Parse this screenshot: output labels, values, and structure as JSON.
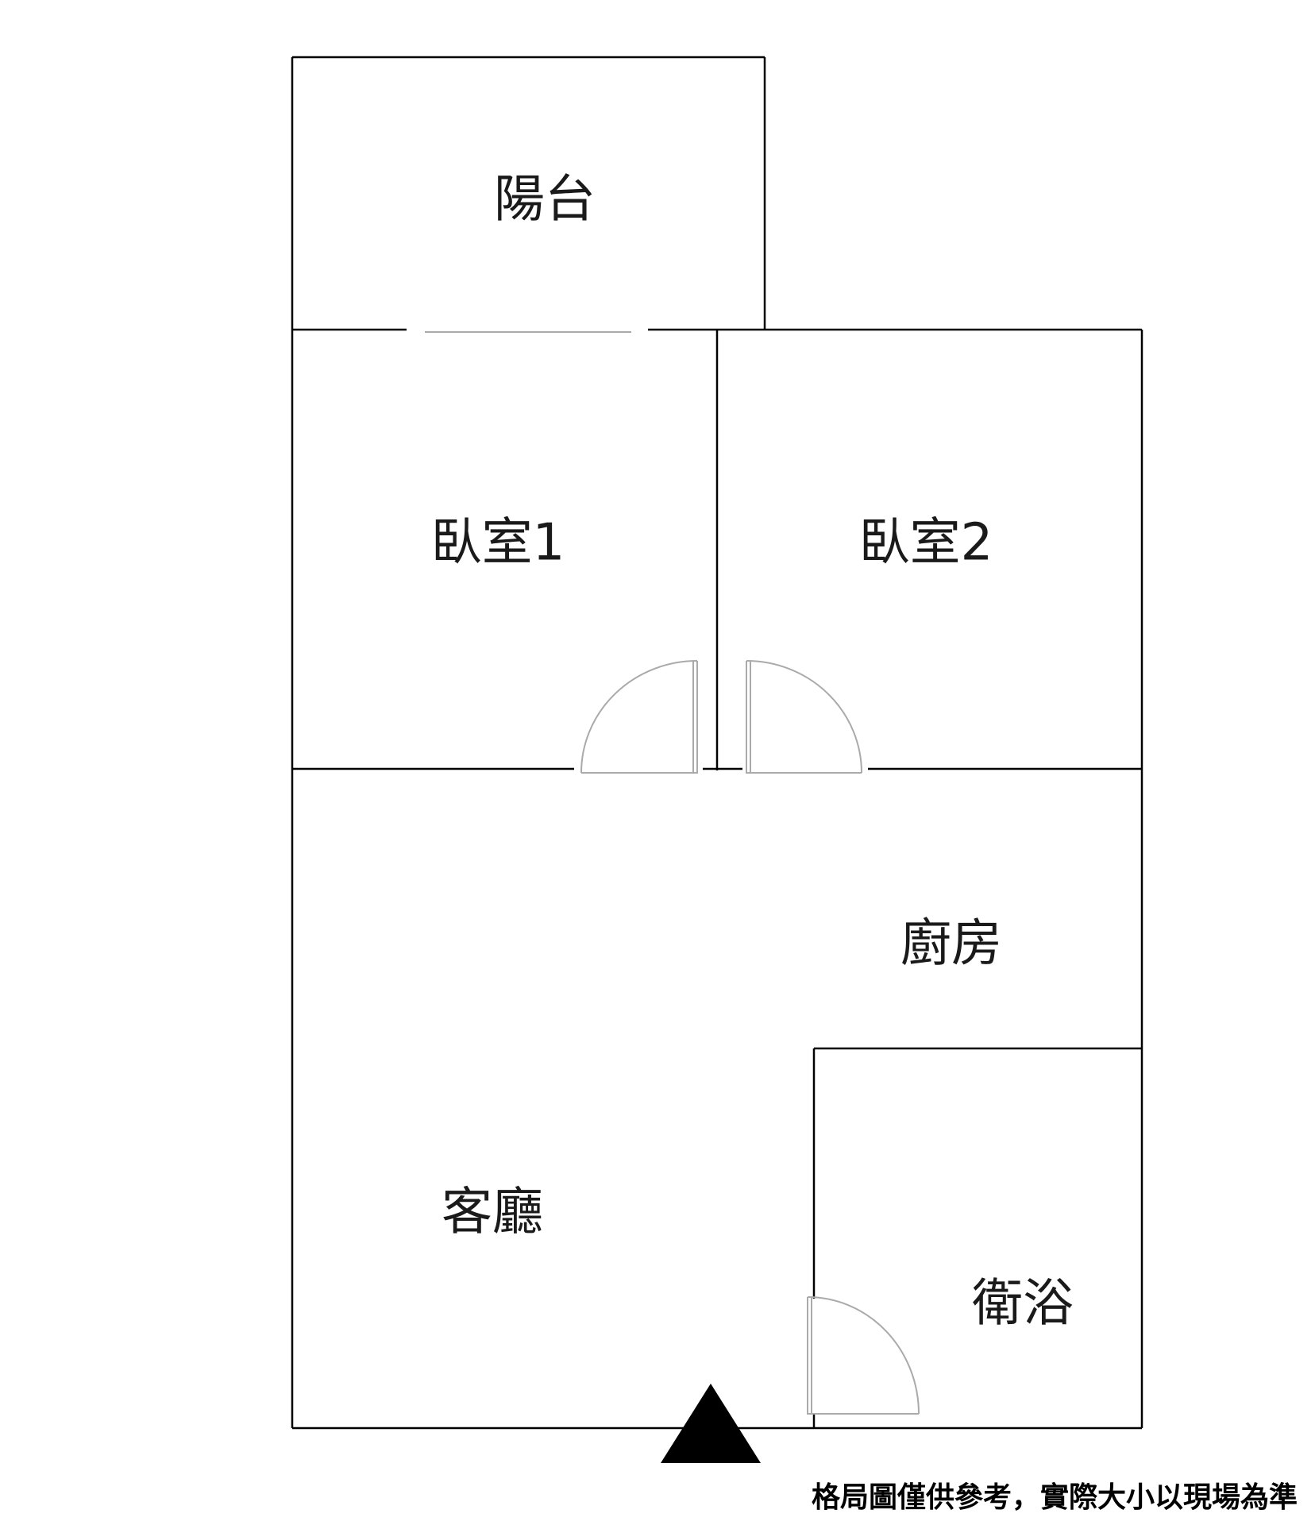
{
  "rooms": {
    "balcony": "陽台",
    "bedroom1": "臥室1",
    "bedroom2": "臥室2",
    "kitchen": "廚房",
    "living_room": "客廳",
    "bathroom": "衛浴"
  },
  "disclaimer": "格局圖僅供參考，實際大小以現場為準",
  "colors": {
    "wall": "#000000",
    "door": "#aaaaaa",
    "background": "#ffffff"
  },
  "icons": {
    "entrance": "entrance-arrow-icon"
  }
}
